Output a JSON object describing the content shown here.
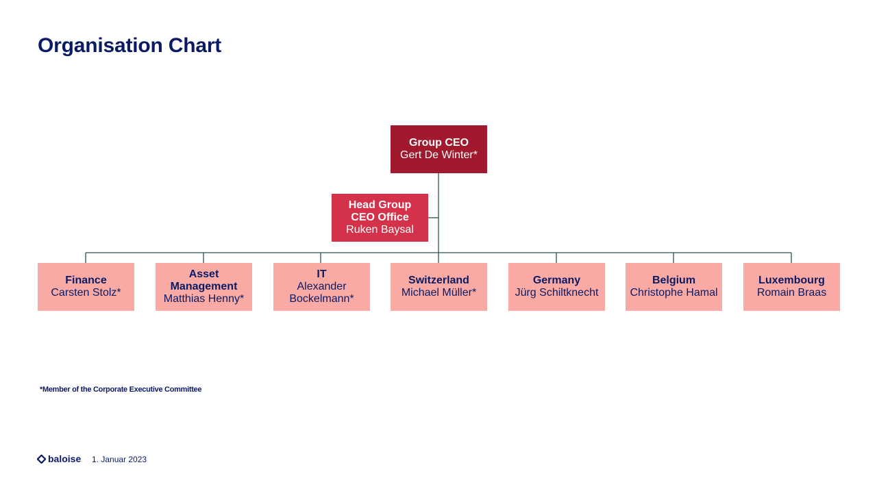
{
  "title": "Organisation Chart",
  "ceo": {
    "role": "Group CEO",
    "name": "Gert  De Winter*"
  },
  "office": {
    "role": "Head  Group CEO Office",
    "name": "Ruken  Baysal"
  },
  "units": [
    {
      "role": "Finance",
      "name": "Carsten  Stolz*"
    },
    {
      "role": "Asset Management",
      "name": "Matthias  Henny*"
    },
    {
      "role": "IT",
      "name": "Alexander Bockelmann*"
    },
    {
      "role": "Switzerland",
      "name": "Michael  Müller*"
    },
    {
      "role": "Germany",
      "name": "Jürg Schiltknecht"
    },
    {
      "role": "Belgium",
      "name": "Christophe  Hamal"
    },
    {
      "role": "Luxembourg",
      "name": "Romain  Braas"
    }
  ],
  "footnote": "*Member of the Corporate Executive Committee",
  "footer": {
    "logo": "baloise",
    "date": "1. Januar  2023"
  },
  "colors": {
    "navy": "#0a1a63",
    "ceo_box": "#a1192c",
    "office_box": "#d4324a",
    "unit_box": "#f9aaa4",
    "connector": "#2f4f4f"
  }
}
